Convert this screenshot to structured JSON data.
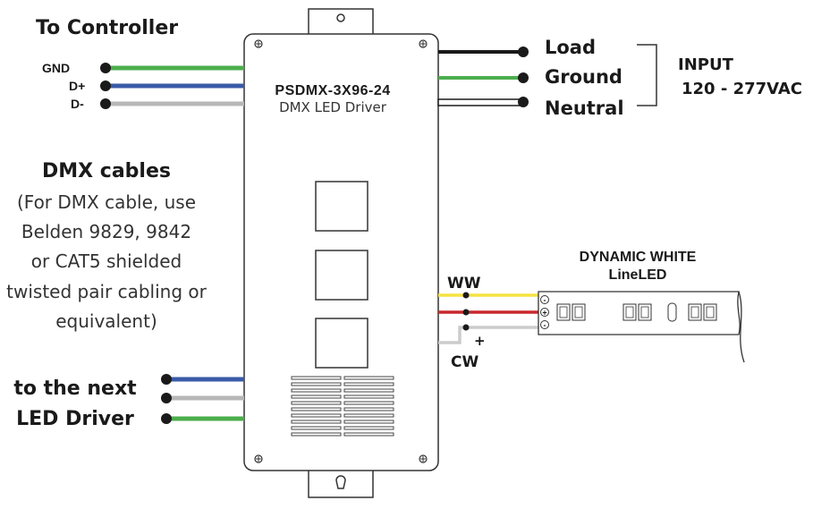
{
  "controller": {
    "title": "To Controller",
    "wires": [
      {
        "label": "GND",
        "color": "#4cae4c"
      },
      {
        "label": "D+",
        "color": "#3a5aa8"
      },
      {
        "label": "D-",
        "color": "#b7b7b7"
      }
    ]
  },
  "device": {
    "model": "PSDMX-3X96-24",
    "subtitle": "DMX LED Driver"
  },
  "input": {
    "title": "INPUT",
    "voltage": "120 - 277VAC",
    "wires": [
      {
        "label": "Load",
        "color": "#1a1a1a"
      },
      {
        "label": "Ground",
        "color": "#4cae4c"
      },
      {
        "label": "Neutral",
        "color": "#ffffff"
      }
    ]
  },
  "dmx_note": {
    "title": "DMX cables",
    "lines": [
      "(For DMX cable, use",
      "Belden 9829, 9842",
      "or CAT5 shielded",
      "twisted pair cabling or",
      "equivalent)"
    ]
  },
  "next_driver": {
    "lines": [
      "to the next",
      "LED Driver"
    ],
    "wire_colors": [
      "#3a5aa8",
      "#b7b7b7",
      "#4cae4c"
    ]
  },
  "led_strip": {
    "title_line1": "DYNAMIC WHITE",
    "title_line2": "LineLED",
    "ww_label": "WW",
    "cw_label": "CW",
    "plus_label": "+",
    "ww_color": "#f5e342",
    "red_color": "#c8282d",
    "cw_color": "#cccccc",
    "pad_symbols": [
      "-",
      "+",
      "-"
    ]
  }
}
